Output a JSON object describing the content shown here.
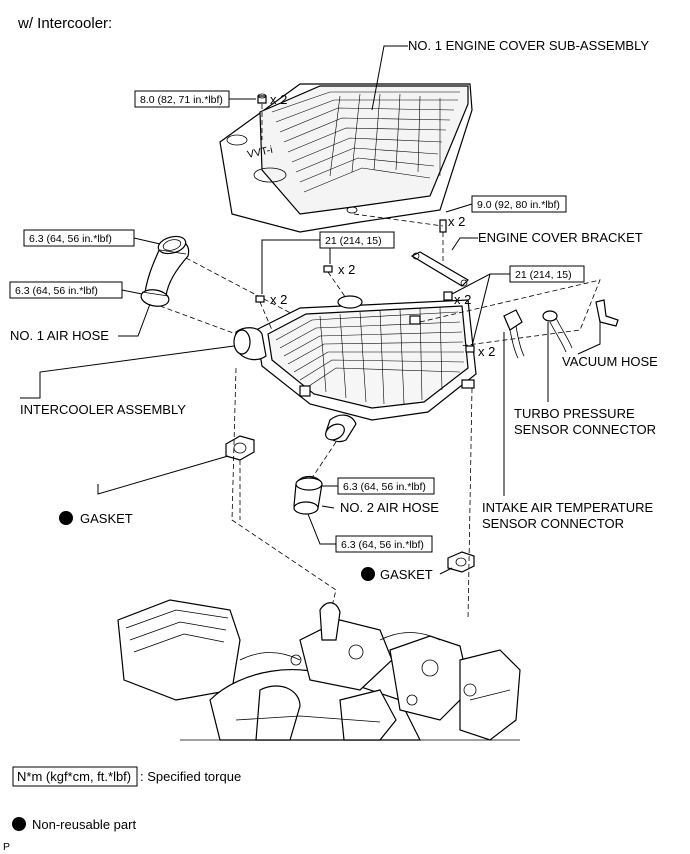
{
  "title": "w/ Intercooler:",
  "labels": {
    "engine_cover": "NO. 1 ENGINE COVER SUB-ASSEMBLY",
    "engine_cover_bracket": "ENGINE COVER BRACKET",
    "no1_air_hose": "NO. 1 AIR HOSE",
    "intercooler": "INTERCOOLER ASSEMBLY",
    "vacuum_hose": "VACUUM HOSE",
    "turbo_sensor_line1": "TURBO PRESSURE",
    "turbo_sensor_line2": "SENSOR CONNECTOR",
    "intake_sensor_line1": "INTAKE AIR TEMPERATURE",
    "intake_sensor_line2": "SENSOR CONNECTOR",
    "no2_air_hose": "NO. 2 AIR HOSE",
    "gasket_left": "GASKET",
    "gasket_right": "GASKET"
  },
  "torques": {
    "cover_nut": "8.0 (82, 71 in.*lbf)",
    "bracket_bolt": "9.0 (92, 80 in.*lbf)",
    "air_hose1_upper": "6.3 (64, 56 in.*lbf)",
    "air_hose1_lower": "6.3 (64, 56 in.*lbf)",
    "intercooler_left": "21 (214, 15)",
    "intercooler_right": "21 (214, 15)",
    "air_hose2_upper": "6.3 (64, 56 in.*lbf)",
    "air_hose2_lower": "6.3 (64, 56 in.*lbf)"
  },
  "quantities": {
    "cover_nut": "x 2",
    "bracket_bolt": "x 2",
    "left_stud_upper": "x 2",
    "left_stud_lower": "x 2",
    "right_bolt": "x 2",
    "right_nut": "x 2"
  },
  "legend": {
    "torque_box": "N*m (kgf*cm, ft.*lbf)",
    "torque_desc": ": Specified torque",
    "nonreusable": "Non-reusable part"
  },
  "footer_code": "P"
}
